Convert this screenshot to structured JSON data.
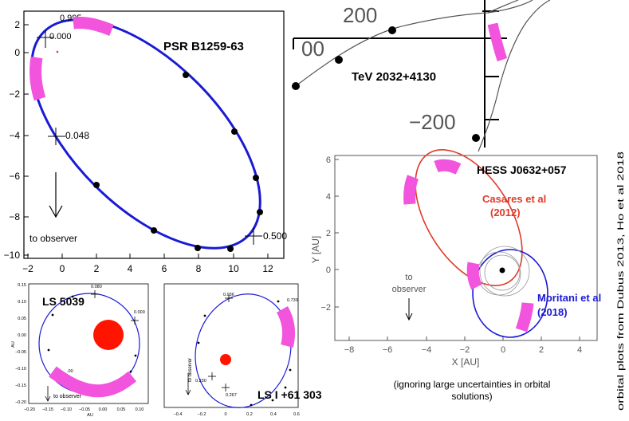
{
  "colors": {
    "orbit_blue": "#1a1ad6",
    "orbit_red": "#e03a2a",
    "magenta": "#f254dd",
    "axis": "#000000"
  },
  "psr": {
    "title": "PSR B1259-63",
    "x_ticks": [
      "−2",
      "0",
      "2",
      "4",
      "6",
      "8",
      "10",
      "12"
    ],
    "y_ticks": [
      "2",
      "0",
      "−2",
      "−4",
      "−6",
      "−8",
      "−10"
    ],
    "phase_labels": [
      "0.995",
      "0.000",
      "0.048",
      "0.500"
    ],
    "observer_label": "to observer"
  },
  "tev": {
    "title": "TeV 2032+4130",
    "y_ticks": [
      "200",
      "−200"
    ],
    "x_tick_fragment": "00"
  },
  "hess": {
    "title": "HESS J0632+057",
    "x_ticks": [
      "−8",
      "−6",
      "−4",
      "−2",
      "0",
      "2",
      "4"
    ],
    "y_ticks": [
      "6",
      "4",
      "2",
      "0",
      "−2"
    ],
    "xlabel": "X [AU]",
    "ylabel": "Y [AU]",
    "observer_label_1": "to",
    "observer_label_2": "observer",
    "casares_line1": "Casares et al",
    "casares_line2": "(2012)",
    "moritani_line1": "Moritani et al",
    "moritani_line2": "(2018)"
  },
  "ls5039": {
    "title": "LS 5039",
    "x_ticks": [
      "−0.20",
      "−0.15",
      "−0.10",
      "−0.05",
      "0.00",
      "0.05",
      "0.10"
    ],
    "y_ticks": [
      "0.15",
      "0.10",
      "0.05",
      "0.00",
      "−0.05",
      "−0.10",
      "−0.15",
      "−0.20"
    ],
    "ylabel": "AU",
    "xlabel": "AU",
    "phase_labels": [
      "0.080",
      "0.000"
    ],
    "observer_label": "to observer",
    "partial_label": ".00"
  },
  "lsi61": {
    "title": "LS I +61 303",
    "x_ticks": [
      "−0.4",
      "−0.2",
      "0",
      "0.2",
      "0.4",
      "0.6"
    ],
    "phase_labels": [
      "0.036",
      "0.730",
      "0.230",
      "0.267"
    ],
    "observer_label": "to observer"
  },
  "footnote_line1": "(ignoring large uncertainties in orbital",
  "footnote_line2": "solutions)",
  "side_credit": "orbital plots from Dubus 2013, Ho et al 2018"
}
